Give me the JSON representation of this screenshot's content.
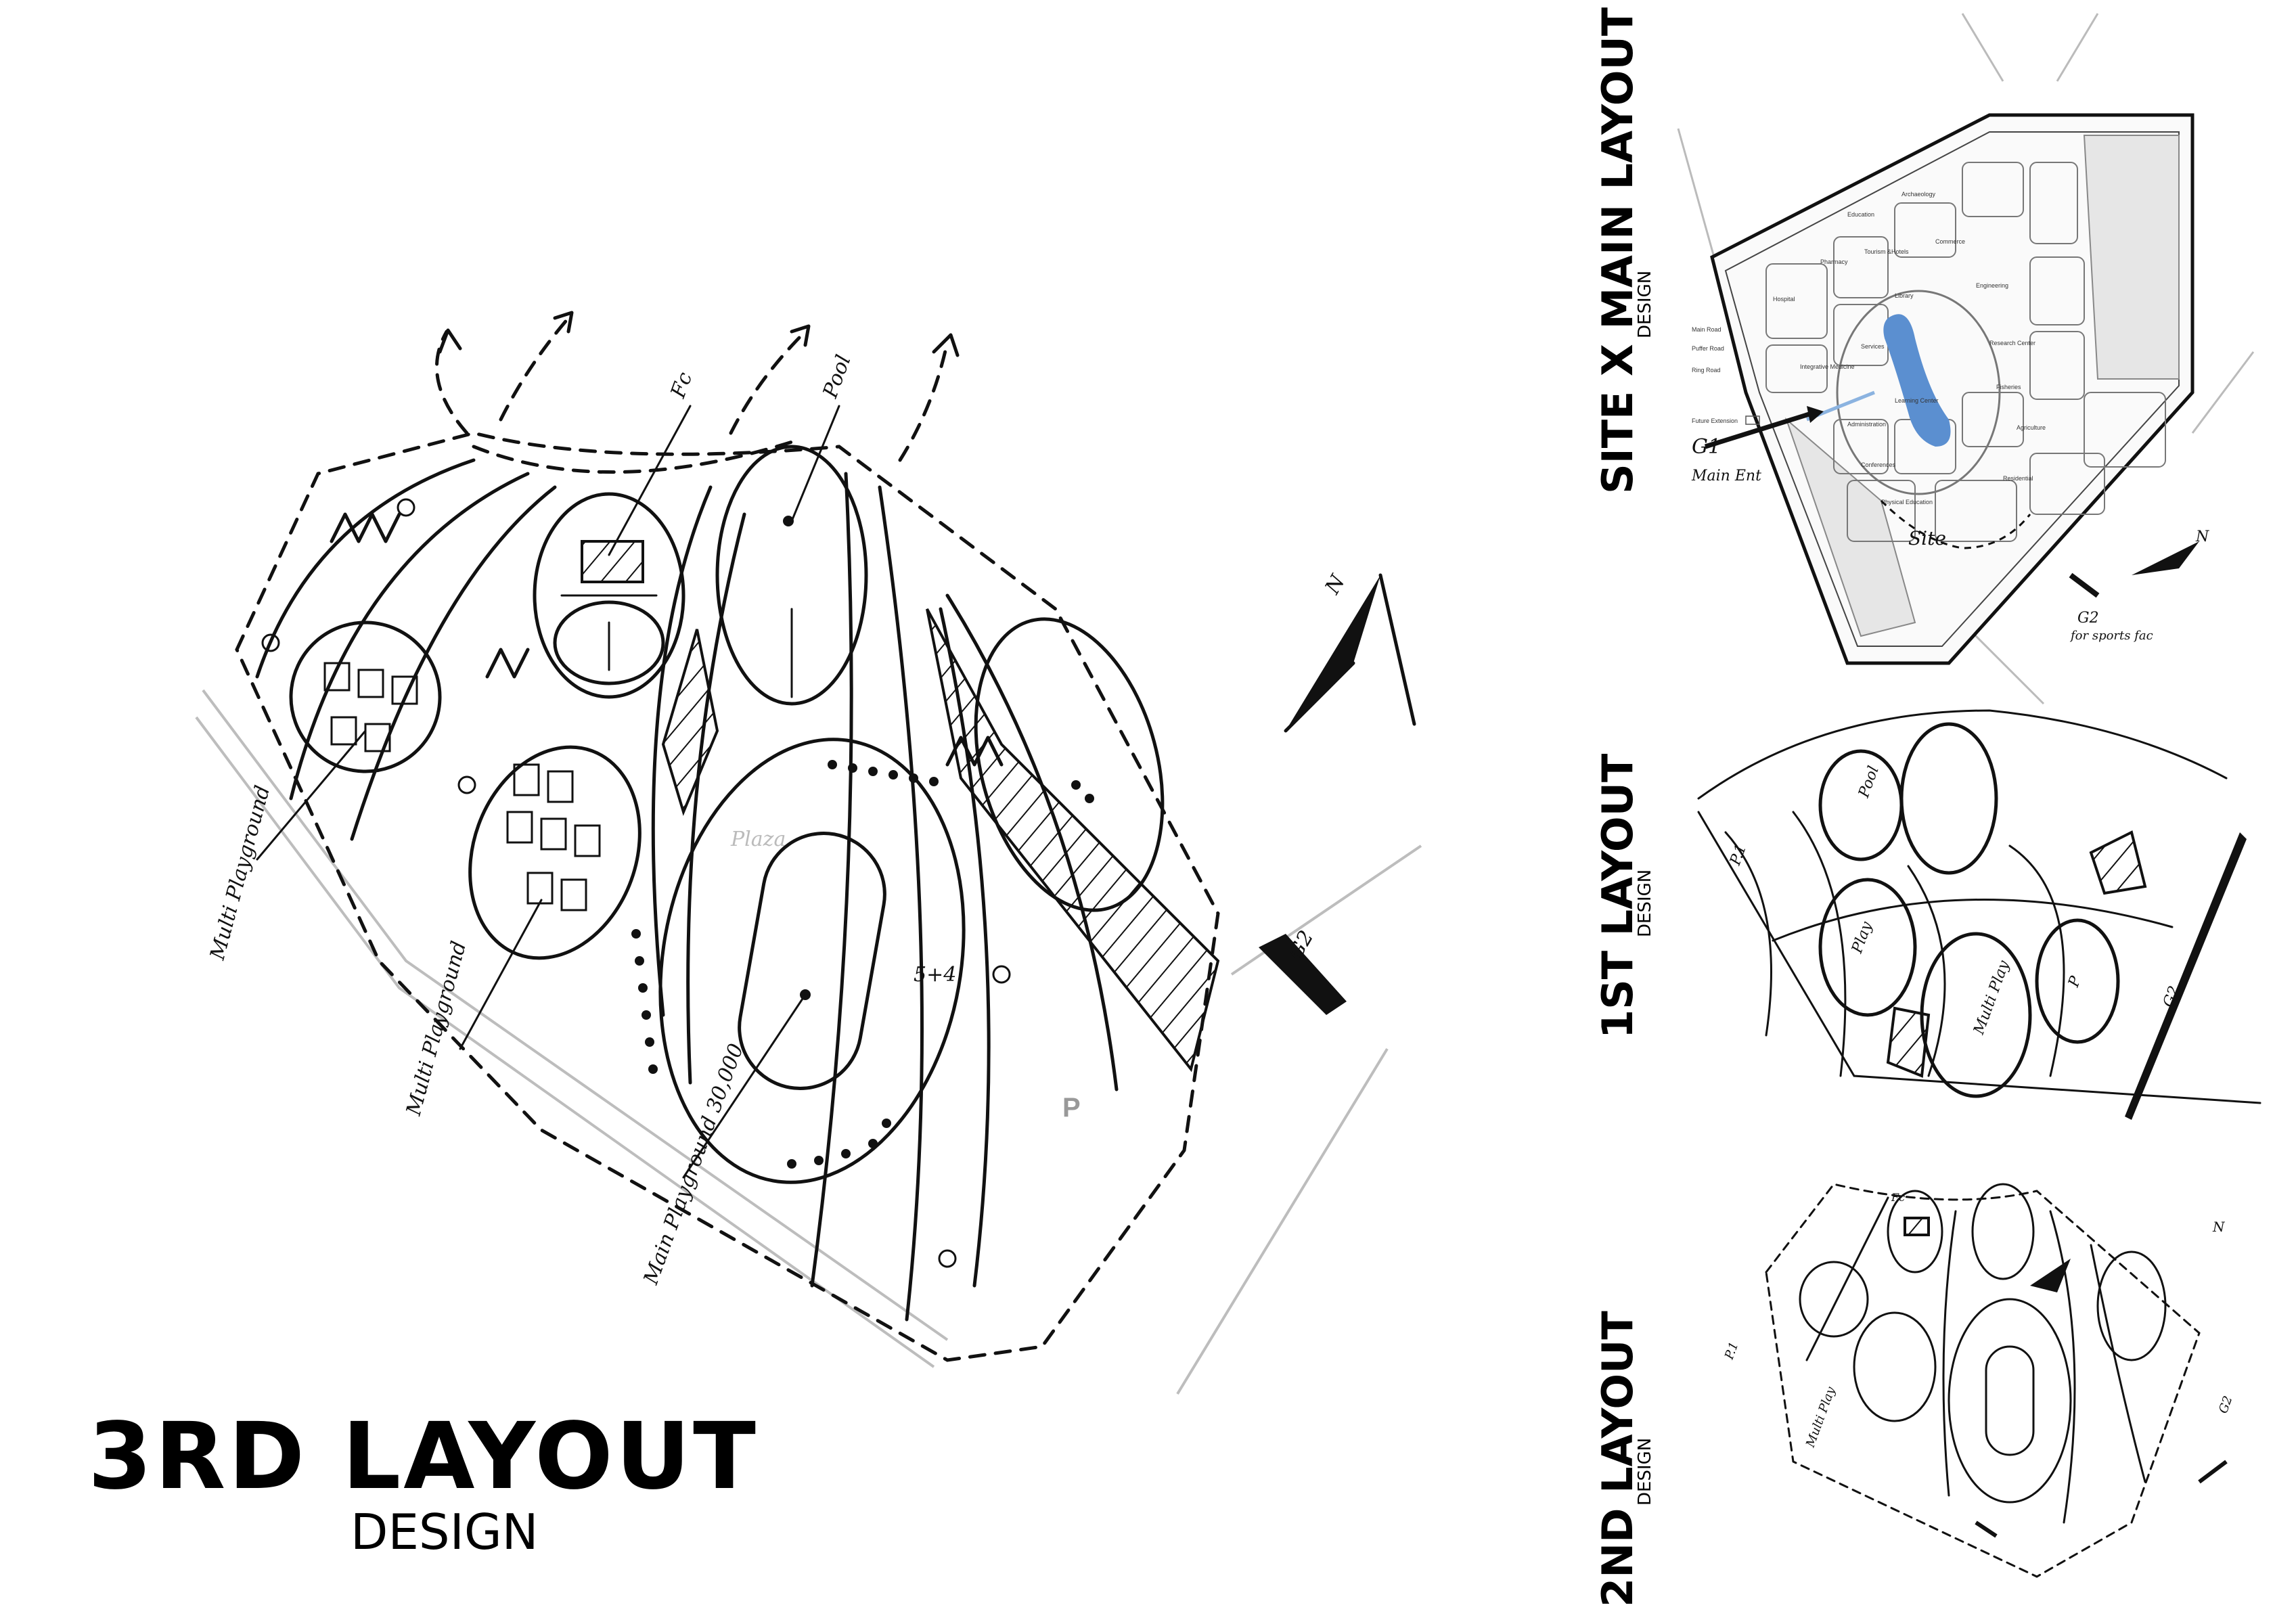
{
  "main_layout": {
    "title": "3RD LAYOUT",
    "subtitle": "DESIGN",
    "handwritten": {
      "fc": "Fc",
      "pool": "Pool",
      "multi_playground_1": "Multi Playground",
      "multi_playground_2": "Multi Playground",
      "main_playground": "Main Playground 30,000",
      "parking": "P",
      "gate": "G2",
      "north": "N",
      "plaza": "Plaza",
      "count": "5+4"
    }
  },
  "side_panels": [
    {
      "title": "SITE X MAIN LAYOUT",
      "subtitle": "DESIGN"
    },
    {
      "title": "1ST LAYOUT",
      "subtitle": "DESIGN"
    },
    {
      "title": "2ND LAYOUT",
      "subtitle": "DESIGN"
    }
  ],
  "site_map": {
    "zones": [
      "Archaeology",
      "Education",
      "Commerce",
      "Pharmacy",
      "Tourism &Hotels",
      "Library",
      "Engineering",
      "Hospital",
      "Services",
      "Research Center",
      "Integrative Medicine",
      "Fisheries",
      "Learning Center",
      "Administration",
      "Agriculture",
      "Conferences",
      "Residential",
      "Physical Education"
    ],
    "roads": [
      "Main Road",
      "Puffer Road",
      "Ring Road"
    ],
    "legend": "Future Extension",
    "annotations": {
      "gate1": "G1",
      "gate1_note": "Main Ent",
      "site": "Site",
      "gate2": "G2",
      "gate2_note": "for sports fac",
      "north": "N"
    }
  },
  "first_layout_labels": [
    "Pool",
    "P.1",
    "Play",
    "Multi Play",
    "P",
    "G2"
  ],
  "second_layout_labels": [
    "Fc",
    "P.1",
    "Multi Play",
    "G2",
    "N"
  ]
}
